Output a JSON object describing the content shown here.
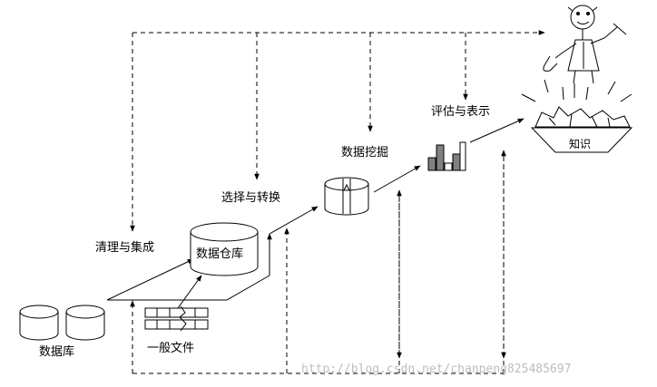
{
  "diagram": {
    "stages": {
      "database": "数据库",
      "cleaning": "清理与集成",
      "warehouse": "数据仓库",
      "flat_files": "一般文件",
      "selection": "选择与转换",
      "mining": "数据挖掘",
      "evaluation": "评估与表示",
      "knowledge": "知识"
    },
    "watermark": "http://blog.csdn.net/chanpeng825485697"
  },
  "colors": {
    "line": "#000000",
    "bar_fill": "#808080",
    "watermark": "#bdbdbd",
    "background": "#ffffff"
  }
}
